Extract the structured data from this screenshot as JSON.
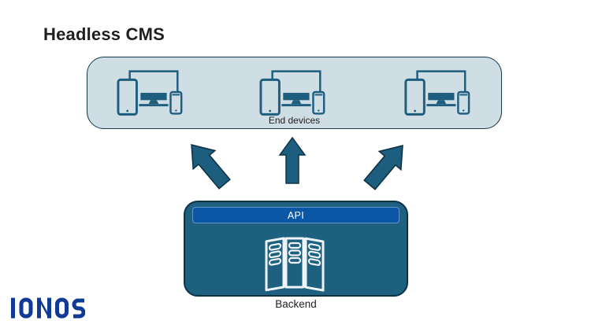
{
  "title": "Headless CMS",
  "end_devices": {
    "label": "End devices",
    "device_group_icon": "tablet-tv-smartphone-group",
    "group_count": 3
  },
  "arrows": {
    "icons": [
      "up-left-arrow",
      "up-arrow",
      "up-right-arrow"
    ]
  },
  "backend": {
    "api_label": "API",
    "label": "Backend",
    "server_icon": "server-rack"
  },
  "logo": {
    "brand": "IONOS"
  },
  "colors": {
    "background": "#ffffff",
    "text_dark": "#1f1f1f",
    "icon_teal": "#1d5d7d",
    "icon_stroke": "#0e3447",
    "panel_fill": "#cfdde4",
    "panel_border": "#16394a",
    "backend_fill": "#1d6080",
    "backend_border": "#0d3145",
    "api_blue": "#0a57a6",
    "api_text": "#ffffff",
    "server_icon": "#eef4f7",
    "logo_navy": "#113a94"
  }
}
